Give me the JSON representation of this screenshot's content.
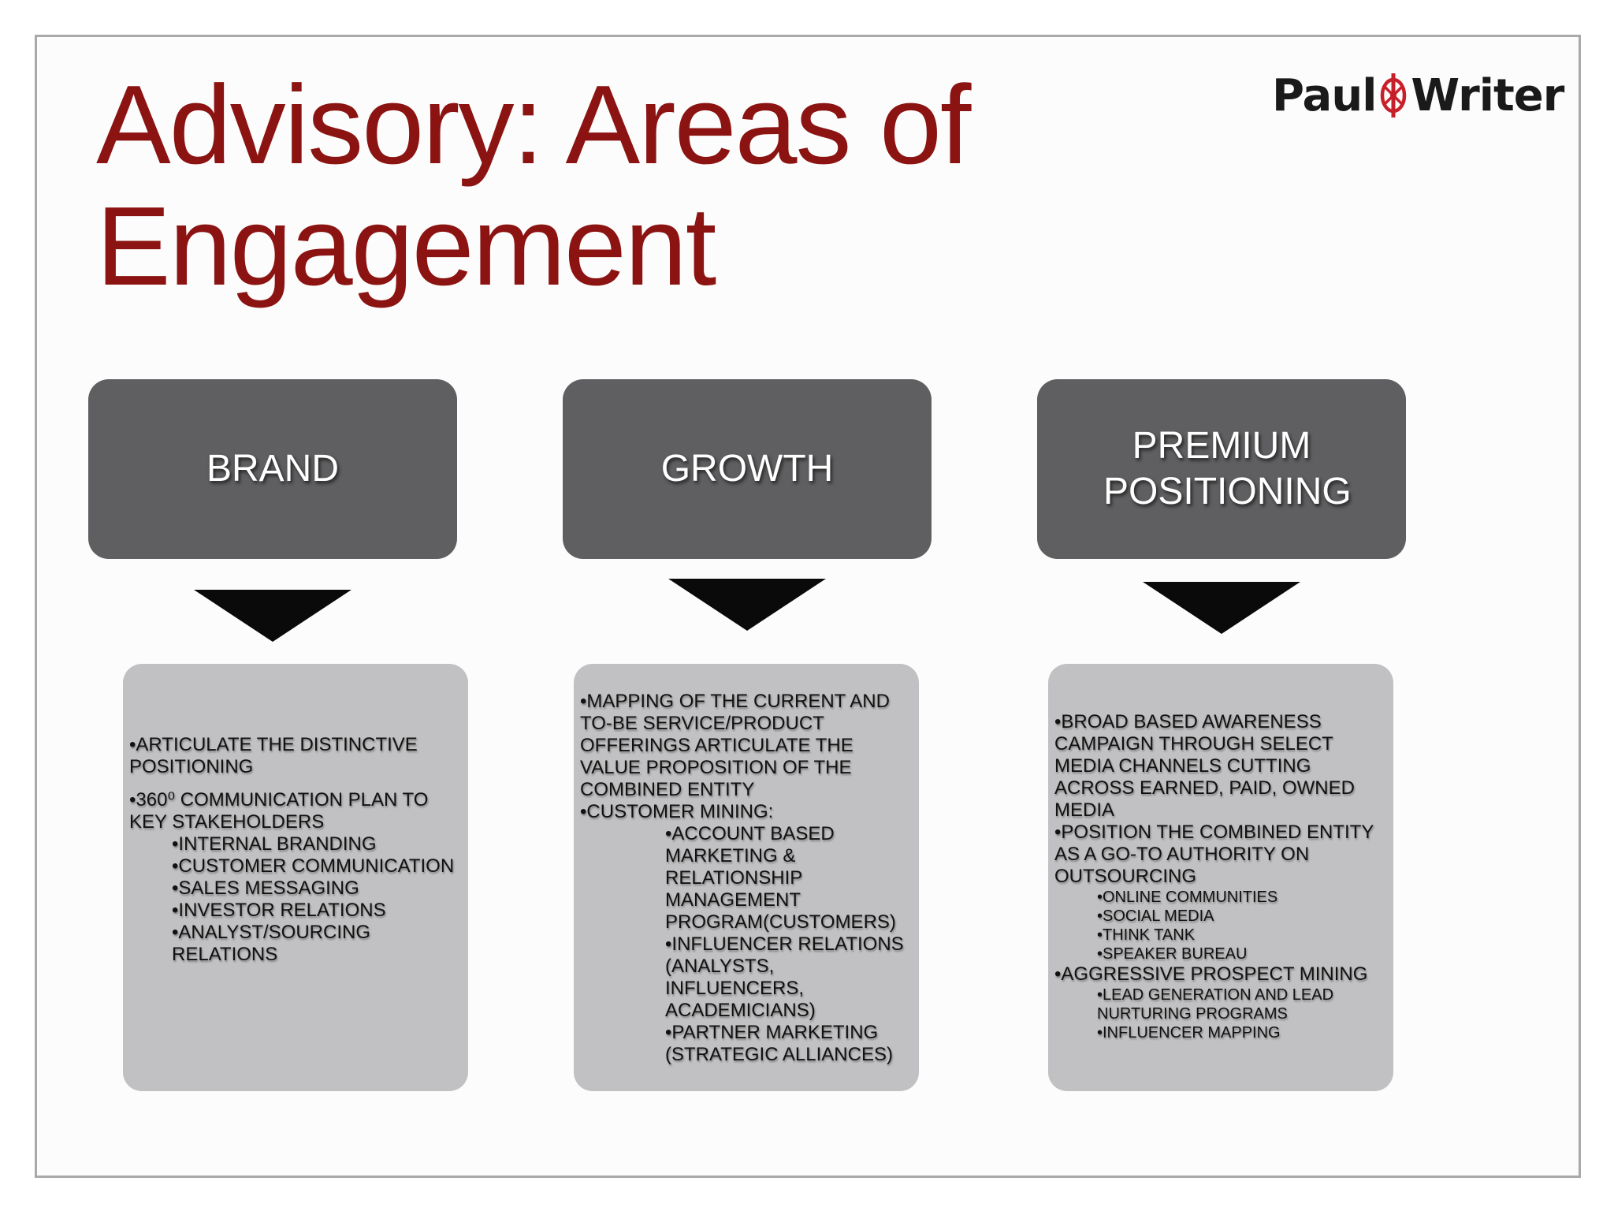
{
  "title": {
    "line1": "Advisory: Areas of",
    "line2": "Engagement"
  },
  "logo": {
    "left_text": "Paul",
    "right_text": "Writer",
    "icon": "paulwriter-emblem-icon",
    "accent_color": "#c8202b"
  },
  "colors": {
    "title": "#8b1412",
    "header_box": "#5f5e60",
    "detail_box": "#c1c0c2",
    "arrow": "#0a0a0a"
  },
  "columns": [
    {
      "header": "BRAND",
      "items": [
        {
          "level": 1,
          "text": "•ARTICULATE THE DISTINCTIVE POSITIONING"
        },
        {
          "level": 1,
          "text": "•360⁰ COMMUNICATION PLAN TO KEY STAKEHOLDERS",
          "gap": true
        },
        {
          "level": 2,
          "text": "•INTERNAL BRANDING"
        },
        {
          "level": 2,
          "text": "•CUSTOMER COMMUNICATION"
        },
        {
          "level": 2,
          "text": "•SALES MESSAGING"
        },
        {
          "level": 2,
          "text": "•INVESTOR RELATIONS"
        },
        {
          "level": 2,
          "text": "•ANALYST/SOURCING RELATIONS"
        }
      ]
    },
    {
      "header": "GROWTH",
      "items": [
        {
          "level": 1,
          "text": "•MAPPING OF THE CURRENT AND TO-BE SERVICE/PRODUCT OFFERINGS ARTICULATE THE VALUE PROPOSITION OF THE COMBINED ENTITY"
        },
        {
          "level": 1,
          "text": "•CUSTOMER MINING:"
        },
        {
          "level": 3,
          "text": "•ACCOUNT BASED MARKETING & RELATIONSHIP MANAGEMENT PROGRAM(CUSTOMERS)"
        },
        {
          "level": 3,
          "text": "•INFLUENCER RELATIONS (ANALYSTS, INFLUENCERS, ACADEMICIANS)"
        },
        {
          "level": 3,
          "text": "•PARTNER MARKETING (STRATEGIC ALLIANCES)"
        }
      ]
    },
    {
      "header": "PREMIUM POSITIONING",
      "items": [
        {
          "level": 1,
          "text": "•BROAD BASED AWARENESS CAMPAIGN THROUGH SELECT MEDIA CHANNELS CUTTING ACROSS EARNED, PAID, OWNED MEDIA"
        },
        {
          "level": 1,
          "text": "•POSITION THE COMBINED ENTITY AS A GO-TO AUTHORITY ON OUTSOURCING"
        },
        {
          "level": 4,
          "text": "•ONLINE COMMUNITIES"
        },
        {
          "level": 4,
          "text": "•SOCIAL MEDIA"
        },
        {
          "level": 4,
          "text": "•THINK TANK"
        },
        {
          "level": 4,
          "text": "•SPEAKER BUREAU"
        },
        {
          "level": 1,
          "text": "•AGGRESSIVE PROSPECT MINING"
        },
        {
          "level": 4,
          "text": "•LEAD GENERATION AND LEAD NURTURING PROGRAMS"
        },
        {
          "level": 4,
          "text": "•INFLUENCER MAPPING"
        }
      ]
    }
  ]
}
